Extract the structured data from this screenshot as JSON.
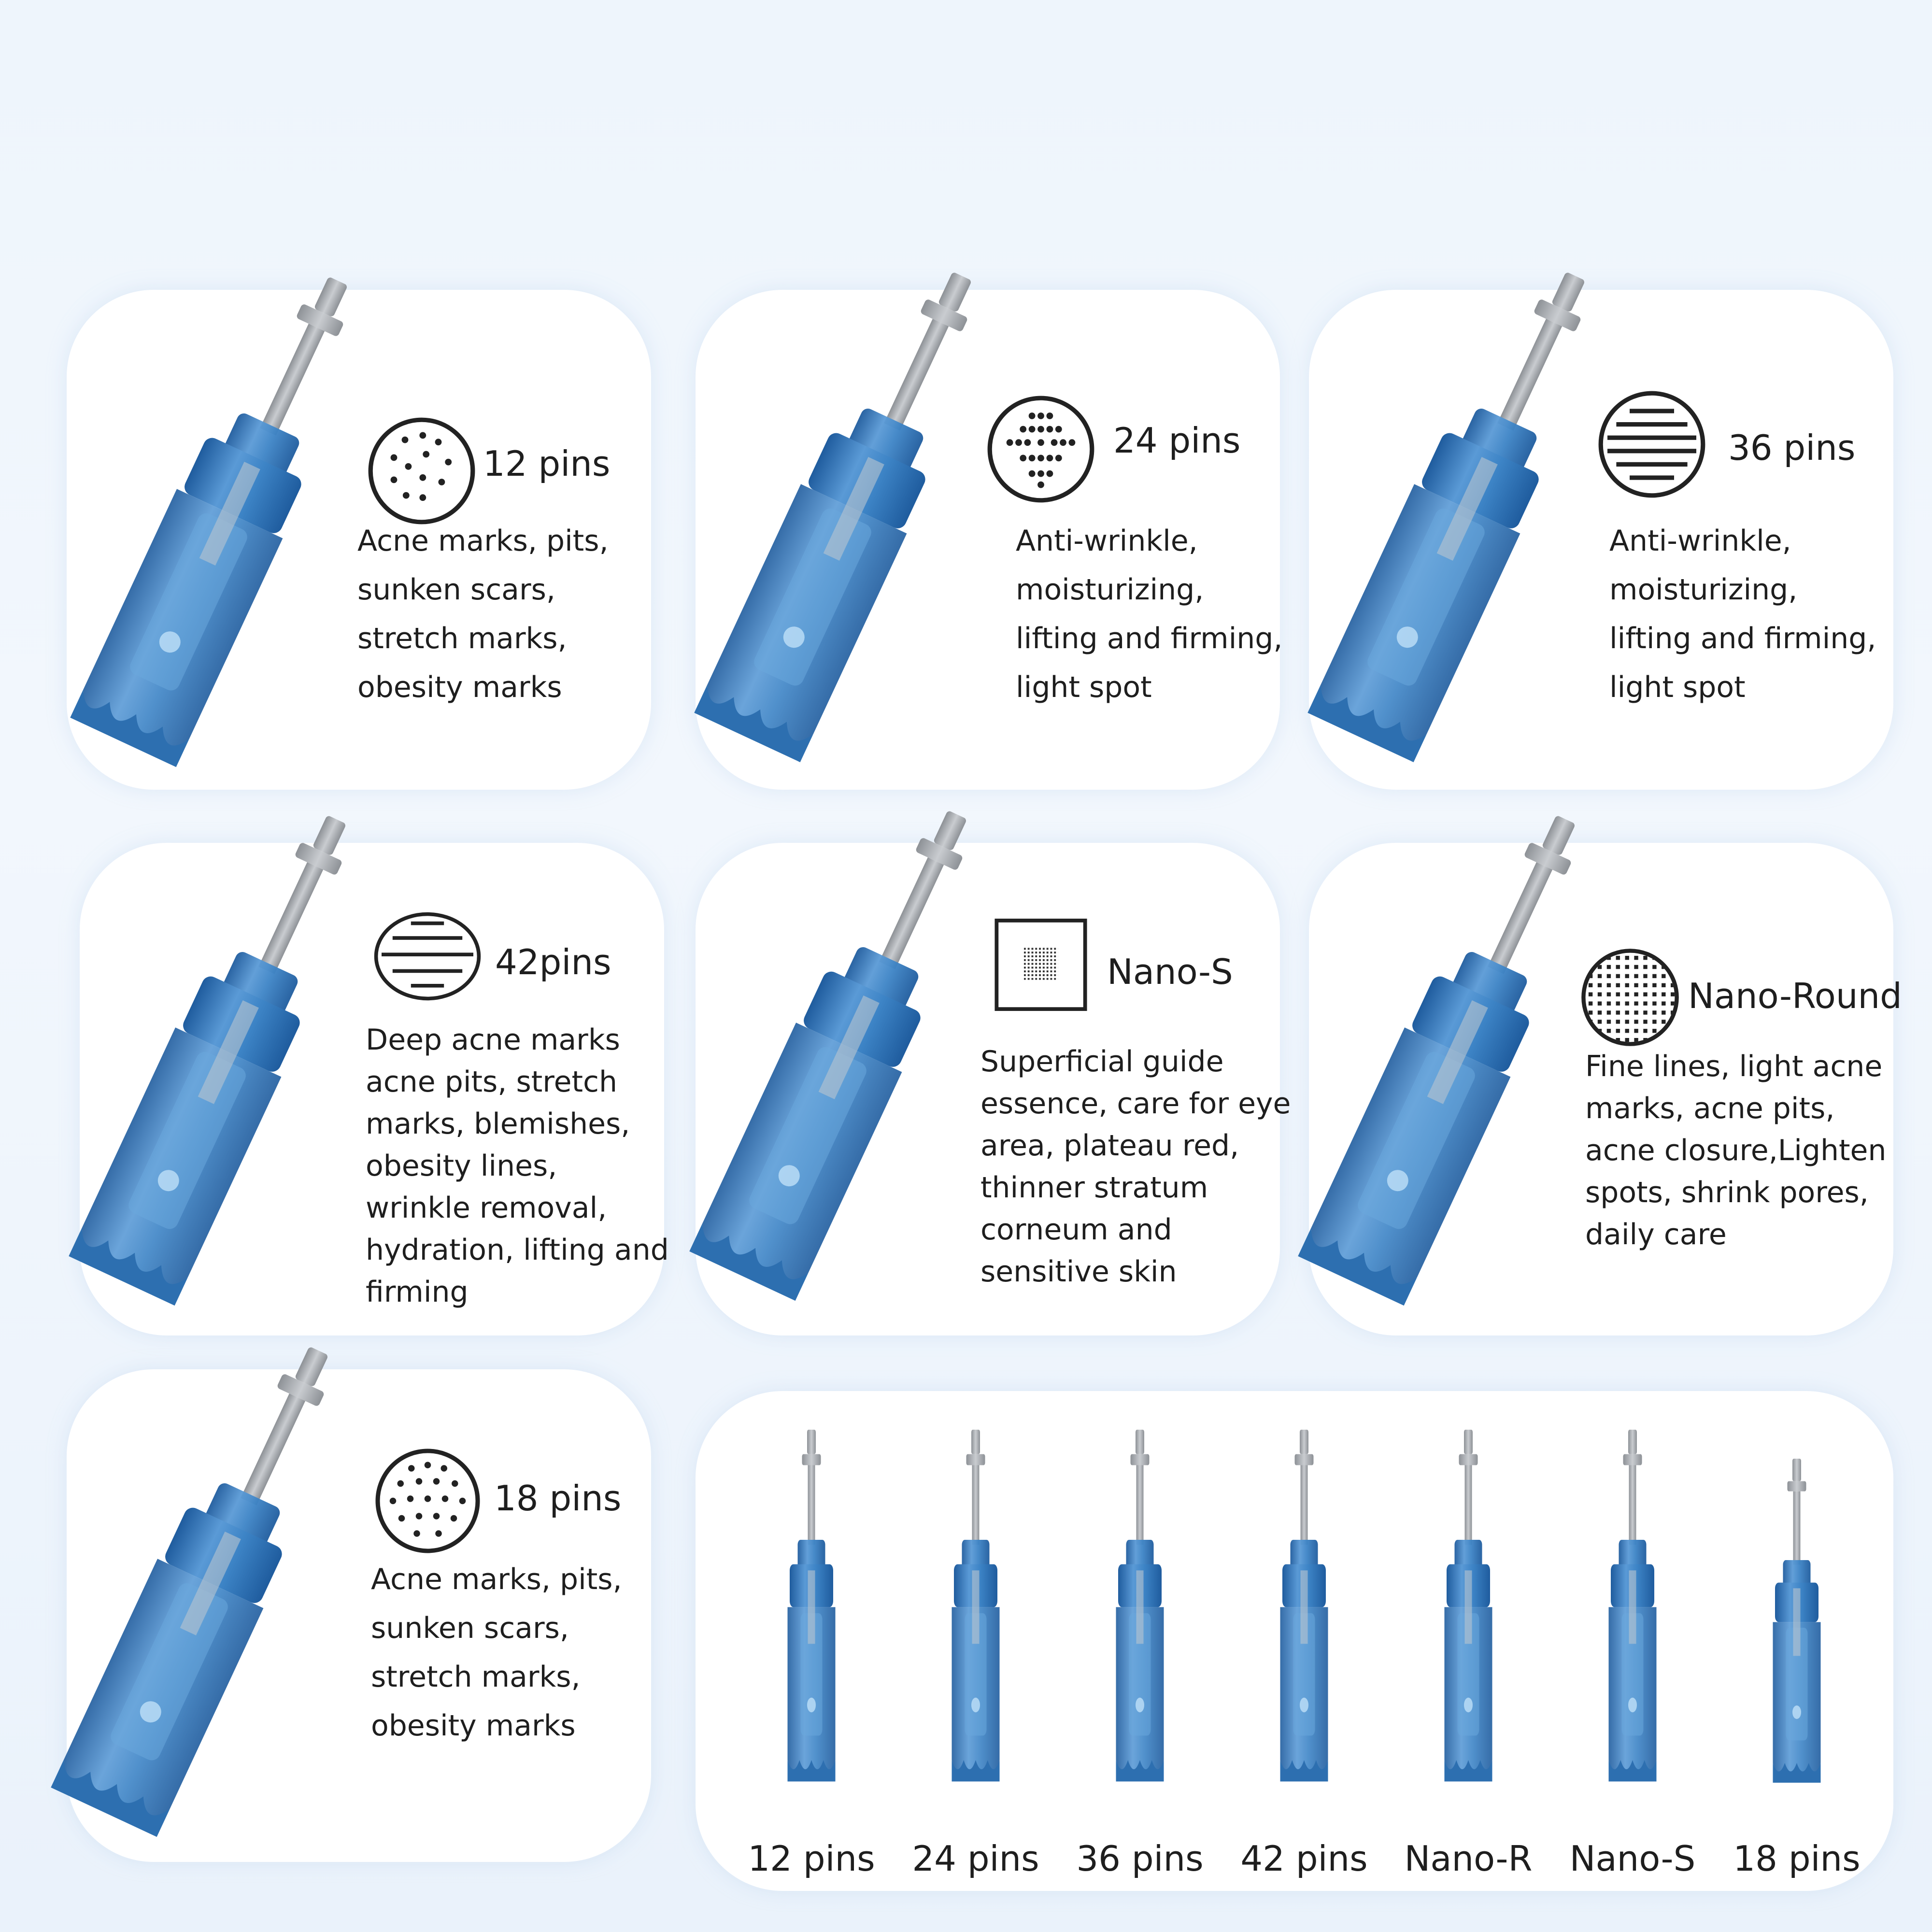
{
  "colors": {
    "cartridge_blue": "#3d84c6",
    "cartridge_dark": "#1f5c9e",
    "pin_grey": "#a9adb2",
    "card_bg": "#ffffff",
    "page_bg": "#eef5fc",
    "text": "#1e1e1e"
  },
  "cards": [
    {
      "id": "12pins",
      "title": "12 pins",
      "pattern_icon": "round-12-dots-icon",
      "lines": [
        "Acne marks, pits,",
        "sunken scars,",
        "stretch marks,",
        "obesity marks"
      ]
    },
    {
      "id": "24pins",
      "title": "24 pins",
      "pattern_icon": "round-24-dots-icon",
      "lines": [
        "Anti-wrinkle,",
        "moisturizing,",
        "lifting and firming,",
        "light spot"
      ]
    },
    {
      "id": "36pins",
      "title": "36 pins",
      "pattern_icon": "round-36-dots-icon",
      "lines": [
        "Anti-wrinkle,",
        "moisturizing,",
        "lifting and firming,",
        "light spot"
      ]
    },
    {
      "id": "42pins",
      "title": "42pins",
      "pattern_icon": "round-42-dots-icon",
      "lines": [
        "Deep acne marks",
        "acne pits, stretch",
        "marks, blemishes,",
        "obesity lines,",
        "wrinkle removal,",
        "hydration, lifting and",
        "firming"
      ]
    },
    {
      "id": "nano-s",
      "title": "Nano-S",
      "pattern_icon": "square-nano-grid-icon",
      "lines": [
        "Superficial guide",
        "essence, care for eye",
        "area, plateau red,",
        "thinner stratum",
        "corneum and",
        "sensitive skin"
      ]
    },
    {
      "id": "nano-round",
      "title": "Nano-Round",
      "pattern_icon": "round-nano-grid-icon",
      "lines": [
        "Fine lines, light acne",
        "marks, acne pits,",
        "acne closure,Lighten",
        "spots, shrink pores,",
        "daily care"
      ]
    },
    {
      "id": "18pins",
      "title": "18 pins",
      "pattern_icon": "round-18-dots-icon",
      "lines": [
        "Acne marks, pits,",
        "sunken scars,",
        "stretch marks,",
        "obesity marks"
      ]
    }
  ],
  "lineup": {
    "labels": [
      "12 pins",
      "24 pins",
      "36 pins",
      "42 pins",
      "Nano-R",
      "Nano-S",
      "18 pins"
    ]
  }
}
